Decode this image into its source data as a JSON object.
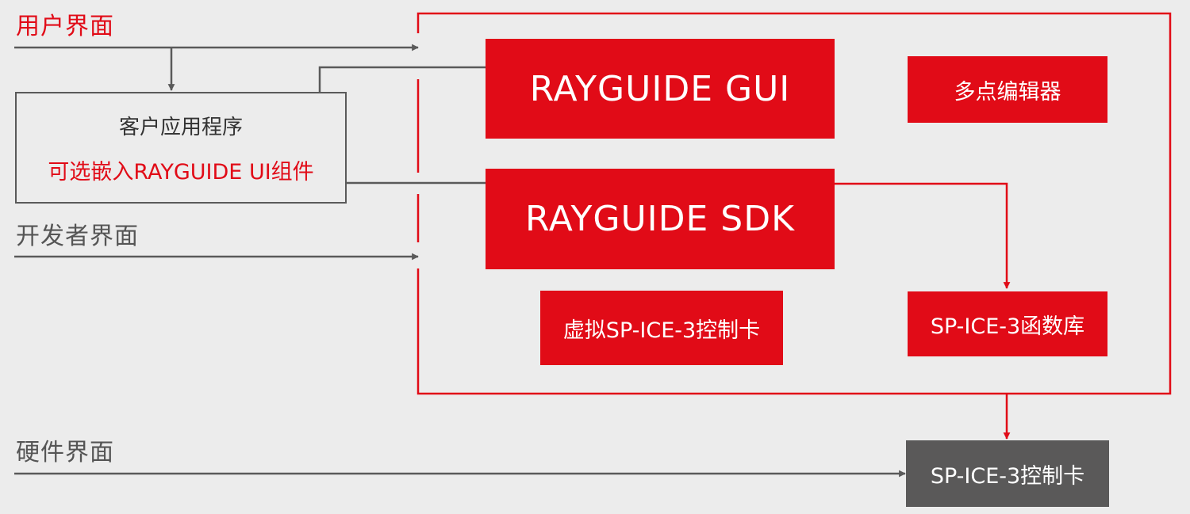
{
  "labels": {
    "user_interface": "用户界面",
    "developer_interface": "开发者界面",
    "hardware_interface": "硬件界面"
  },
  "client_app": {
    "title": "客户应用程序",
    "subtitle": "可选嵌入RAYGUIDE UI组件"
  },
  "components": {
    "gui": "RAYGUIDE GUI",
    "sdk": "RAYGUIDE SDK",
    "multipoint_editor": "多点编辑器",
    "virtual_card": "虚拟SP-ICE-3控制卡",
    "function_library": "SP-ICE-3函数库"
  },
  "hardware": {
    "card": "SP-ICE-3控制卡"
  },
  "colors": {
    "accent_red": "#e10b17",
    "line_gray": "#5a5a5a",
    "hardware_box": "#5a5959",
    "background": "#ececec"
  }
}
